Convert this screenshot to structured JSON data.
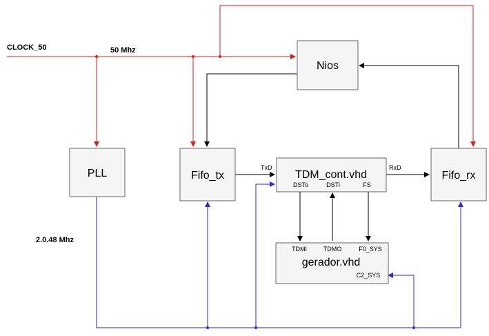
{
  "labels": {
    "clock": "CLOCK_50",
    "freq_50": "50 Mhz",
    "freq_pll": "2.0.48 Mhz",
    "txd": "TxD",
    "rxd": "RxD"
  },
  "blocks": {
    "nios": "Nios",
    "pll": "PLL",
    "fifo_tx": "Fifo_tx",
    "fifo_rx": "Fifo_rx",
    "tdm": {
      "title": "TDM_cont.vhd",
      "ports": [
        "DSTo",
        "DSTi",
        "FS"
      ]
    },
    "gerador": {
      "title": "gerador.vhd",
      "ports_top": [
        "TDMI",
        "TDMO",
        "F0_SYS"
      ],
      "port_right": "C2_SYS"
    }
  },
  "colors": {
    "clock_wire": "#e51a1a",
    "data_wire": "#000000",
    "pll_wire": "#2a2ae0",
    "block_fill": "#f5f5f5",
    "block_stroke": "#666666"
  }
}
